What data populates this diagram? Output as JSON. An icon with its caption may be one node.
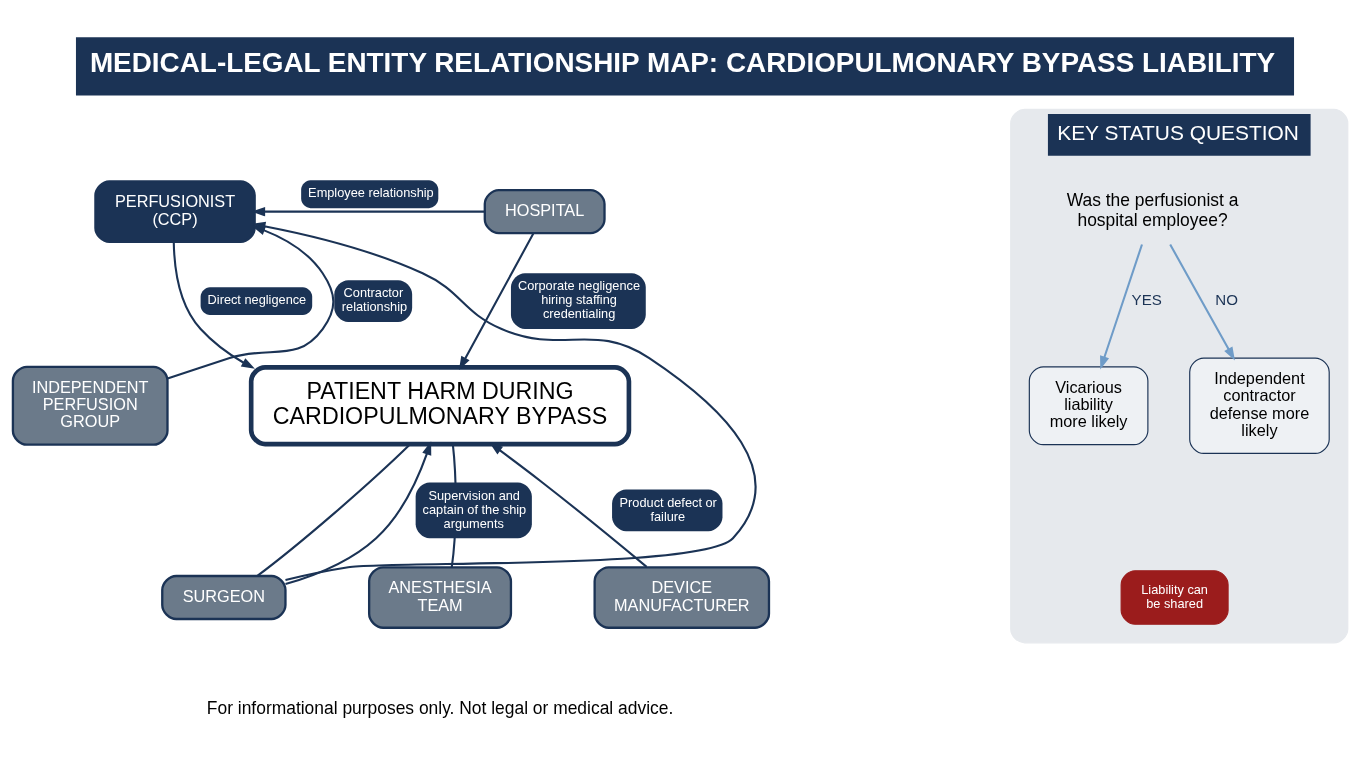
{
  "diagram": {
    "title": "MEDICAL-LEGAL ENTITY RELATIONSHIP MAP: CARDIOPULMONARY BYPASS LIABILITY",
    "caption": "For informational purposes only. Not legal or medical advice.",
    "nodes": [
      {
        "text": [
          "PERFUSIONIST (CCP)"
        ]
      },
      {
        "text": [
          "HOSPITAL"
        ]
      },
      {
        "text": [
          "INDEPENDENT PERFUSION GROUP"
        ]
      },
      {
        "text": [
          "PATIENT HARM DURING CARDIOPULMONARY BYPASS"
        ]
      },
      {
        "text": [
          "SURGEON"
        ]
      },
      {
        "text": [
          "ANESTHESIA TEAM"
        ]
      },
      {
        "text": [
          "DEVICE MANUFACTURER"
        ]
      },
      {
        "text": [
          "KEY STATUS QUESTION"
        ]
      },
      {
        "text": [
          "Was the perfusionist a hospital employee?"
        ],
        "in": 7
      },
      {
        "text": [
          "Vicarious liability more likely"
        ],
        "in": 7
      },
      {
        "text": [
          "Independent contractor defense more likely"
        ],
        "in": 7
      },
      {
        "text": [
          "Liability can be shared"
        ],
        "in": 7
      }
    ],
    "edges": [
      {
        "from": 1,
        "to": 0,
        "arrow": "to",
        "label": "Employee relationship"
      },
      {
        "from": 2,
        "to": 0,
        "arrow": "to",
        "label": "Contractor relationship"
      },
      {
        "from": 0,
        "to": 3,
        "arrow": "to",
        "label": "Direct negligence"
      },
      {
        "from": 1,
        "to": 3,
        "arrow": "to",
        "label": "Corporate negligence hiring staffing credentialing"
      },
      {
        "from": 4,
        "to": 0,
        "arrow": "to"
      },
      {
        "from": 4,
        "to": 3,
        "arrow": "to",
        "label": "Supervision and captain of the ship arguments"
      },
      {
        "from": 4,
        "to": 3,
        "arrow": "none"
      },
      {
        "from": 5,
        "to": 3,
        "arrow": "none"
      },
      {
        "from": 6,
        "to": 3,
        "arrow": "to",
        "label": "Product defect or failure"
      },
      {
        "from": 8,
        "to": 9,
        "arrow": "to",
        "label": "YES",
        "color": "#6f9cc8"
      },
      {
        "from": 8,
        "to": 10,
        "arrow": "to",
        "label": "NO",
        "color": "#6f9cc8"
      }
    ]
  }
}
